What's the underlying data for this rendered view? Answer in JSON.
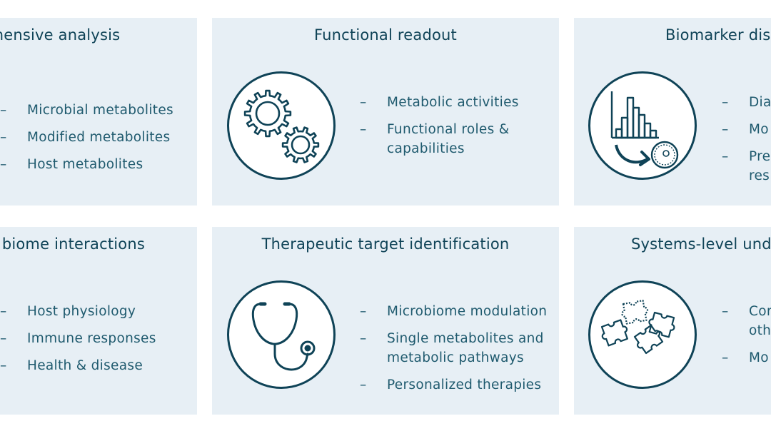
{
  "colors": {
    "card_bg": "#e7eff5",
    "accent": "#0f4357",
    "text": "#1f5a6e"
  },
  "cards": [
    {
      "title": "hensive analysis",
      "icon": "metabolite-icon",
      "items": [
        {
          "dash": "–",
          "text": "Microbial metabolites"
        },
        {
          "dash": "–",
          "text": "Modified metabolites"
        },
        {
          "dash": "–",
          "text": "Host metabolites"
        }
      ]
    },
    {
      "title": "Functional readout",
      "icon": "gears-icon",
      "items": [
        {
          "dash": "–",
          "text": "Metabolic activities"
        },
        {
          "dash": "–",
          "text": "Functional roles &\ncapabilities"
        }
      ]
    },
    {
      "title": "Biomarker dis",
      "icon": "histogram-cell-icon",
      "items": [
        {
          "dash": "–",
          "text": "Dia"
        },
        {
          "dash": "–",
          "text": "Mo"
        },
        {
          "dash": "–",
          "text": "Pre\nres"
        }
      ]
    },
    {
      "title": "biome interactions",
      "icon": "interaction-icon",
      "items": [
        {
          "dash": "–",
          "text": "Host physiology"
        },
        {
          "dash": "–",
          "text": "Immune responses"
        },
        {
          "dash": "–",
          "text": "Health & disease"
        }
      ]
    },
    {
      "title": "Therapeutic target identification",
      "icon": "stethoscope-icon",
      "items": [
        {
          "dash": "–",
          "text": "Microbiome modulation"
        },
        {
          "dash": "–",
          "text": "Single metabolites and\nmetabolic pathways"
        },
        {
          "dash": "–",
          "text": "Personalized therapies"
        }
      ]
    },
    {
      "title": "Systems-level und",
      "icon": "puzzle-icon",
      "items": [
        {
          "dash": "–",
          "text": "Cor\noth"
        },
        {
          "dash": "–",
          "text": "Mo"
        }
      ]
    }
  ]
}
